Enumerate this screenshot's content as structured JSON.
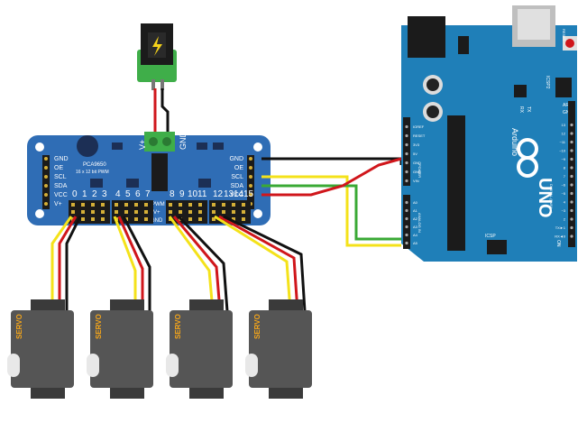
{
  "pca_board": {
    "chip_name": "PCA9650",
    "chip_desc": "16 x 12 bit PWM",
    "left_pins": [
      "GND",
      "OE",
      "SCL",
      "SDA",
      "VCC",
      "V+"
    ],
    "right_pins": [
      "GND",
      "OE",
      "SCL",
      "SDA",
      "VCC",
      "V+"
    ],
    "channels_a": [
      "0",
      "1",
      "2",
      "3"
    ],
    "channels_b": [
      "4",
      "5",
      "6",
      "7"
    ],
    "channels_c": [
      "8",
      "9",
      "10",
      "11"
    ],
    "channels_d": [
      "12",
      "13",
      "14",
      "15"
    ],
    "row_legend": [
      "PWM",
      "V+",
      "GND"
    ],
    "terminal_vplus": "V+",
    "terminal_gnd": "GND"
  },
  "arduino": {
    "model": "UNO",
    "brand": "Arduino",
    "reset_label": "RESET",
    "icsp2_label": "ICSP2",
    "icsp_label": "ICSP",
    "tx_label": "TX",
    "rx_label": "RX",
    "on_label": "ON",
    "aref_label": "AREF",
    "gnd_label": "GND",
    "power_pins": [
      "IOREF",
      "RESET",
      "3V3",
      "5V",
      "GND",
      "GND",
      "VIN"
    ],
    "power_header": "POWER",
    "analog_pins": [
      "A0",
      "A1",
      "A2",
      "A3",
      "A4",
      "A5"
    ],
    "analog_header": "ANALOG IN",
    "digital_pins": [
      "13",
      "12",
      "~11",
      "~10",
      "~9",
      "8",
      "7",
      "~6",
      "~5",
      "4",
      "~3",
      "2",
      "TX►1",
      "RX◄0"
    ],
    "digital_header": "DIGITAL (PWM ~)"
  },
  "servos": [
    {
      "label": "SERVO"
    },
    {
      "label": "SERVO"
    },
    {
      "label": "SERVO"
    },
    {
      "label": "SERVO"
    }
  ],
  "colors": {
    "board_blue": "#2f6db5",
    "arduino_blue": "#1f7fb8",
    "wire_black": "#111111",
    "wire_red": "#d0161b",
    "wire_yellow": "#f4e21a",
    "wire_green": "#3aa935",
    "servo_gray": "#4a4a4a",
    "terminal_green": "#3fae49"
  }
}
